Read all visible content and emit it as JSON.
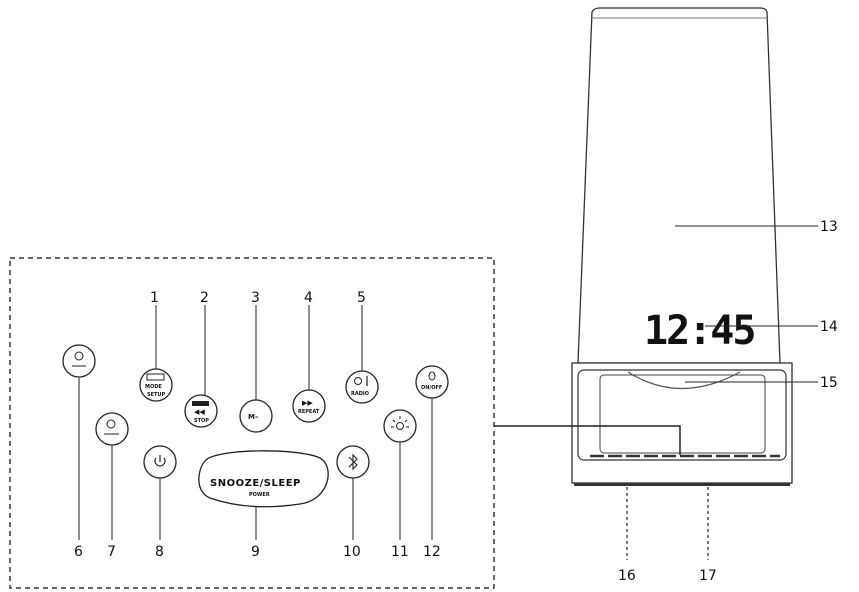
{
  "callouts": {
    "1": "1",
    "2": "2",
    "3": "3",
    "4": "4",
    "5": "5",
    "6": "6",
    "7": "7",
    "8": "8",
    "9": "9",
    "10": "10",
    "11": "11",
    "12": "12",
    "13": "13",
    "14": "14",
    "15": "15",
    "16": "16",
    "17": "17"
  },
  "buttons": {
    "mode_top": "MODE",
    "mode_sub": "SETUP",
    "prev_sub": "STOP",
    "m_minus": "M–",
    "next_sub": "REPEAT",
    "timer_sub": "RADIO",
    "light_sub": "ON/OFF",
    "snooze_label": "SNOOZE/SLEEP",
    "snooze_sub": "POWER"
  },
  "display": {
    "time": "12:45"
  }
}
